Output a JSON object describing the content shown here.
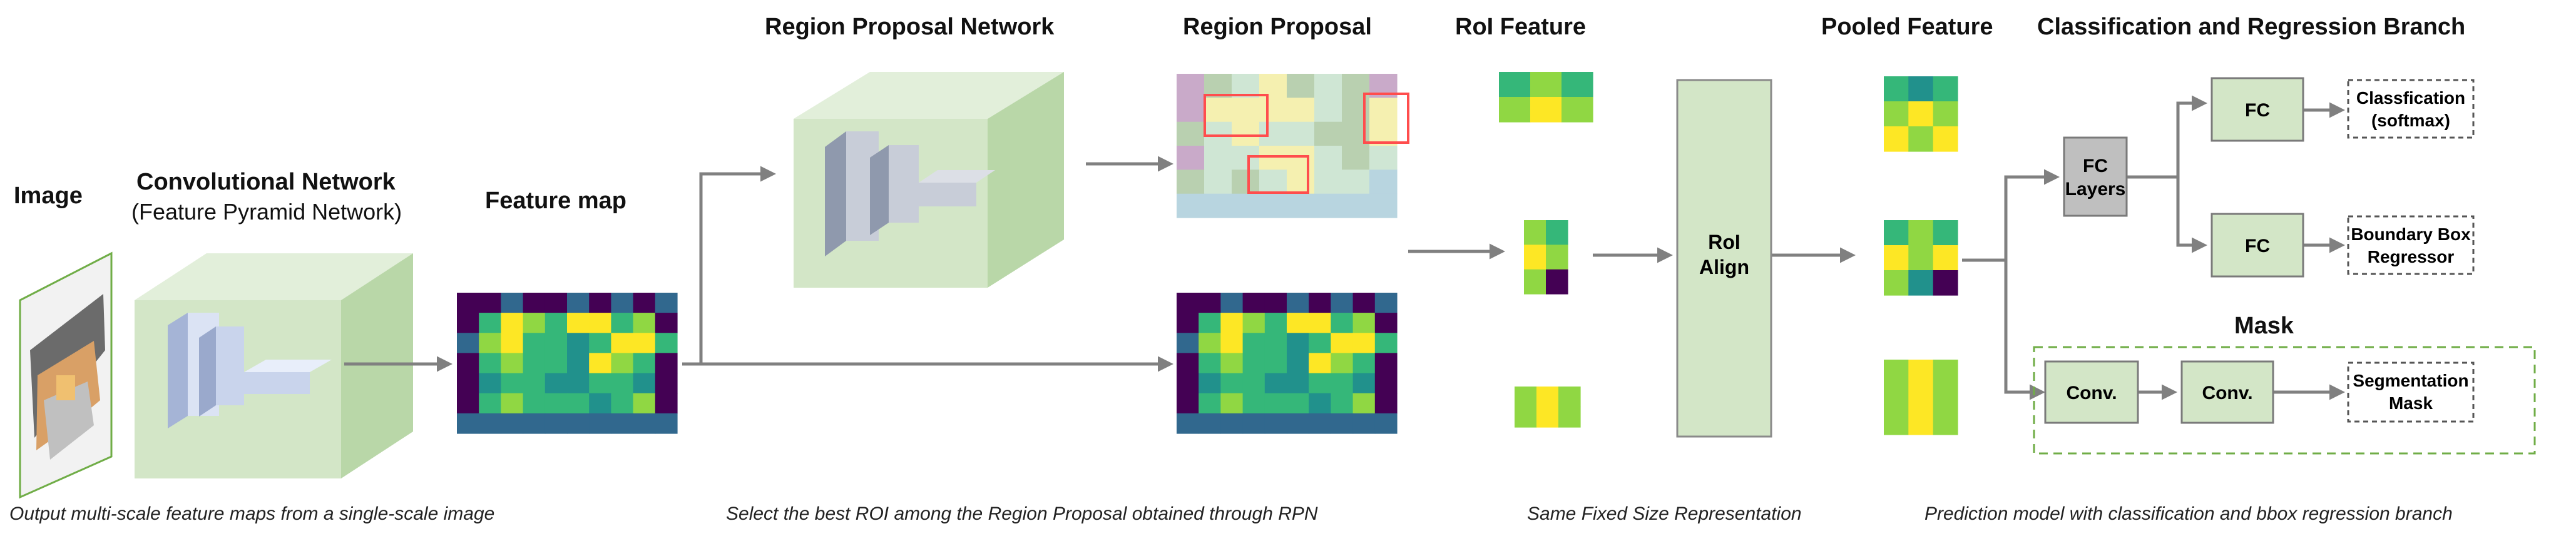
{
  "headings": {
    "image": "Image",
    "conv_network": "Convolutional Network",
    "conv_network_sub": "(Feature Pyramid Network)",
    "feature_map": "Feature map",
    "rpn": "Region Proposal Network",
    "region_proposal": "Region Proposal",
    "roi_feature": "RoI Feature",
    "pooled_feature": "Pooled Feature",
    "cls_reg_branch": "Classification and Regression Branch",
    "mask": "Mask"
  },
  "boxes": {
    "roi_align_1": "RoI",
    "roi_align_2": "Align",
    "fc_layers_1": "FC",
    "fc_layers_2": "Layers",
    "fc_top": "FC",
    "fc_bottom": "FC",
    "conv1": "Conv.",
    "conv2": "Conv.",
    "classification_1": "Classfication",
    "classification_2": "(softmax)",
    "bbox_regressor_1": "Boundary Box",
    "bbox_regressor_2": "Regressor",
    "seg_mask_1": "Segmentation",
    "seg_mask_2": "Mask"
  },
  "captions": {
    "c1": "Output multi-scale feature maps from a single-scale image",
    "c2": "Select the best ROI among the Region Proposal obtained through RPN",
    "c3": "Same Fixed Size Representation",
    "c4": "Prediction model with classification and bbox regression branch"
  },
  "colors": {
    "arrow": "#808080",
    "light_green": "#d3e6c7",
    "box_gray": "#bfbfbf",
    "dashed_green": "#70ad47",
    "proposal_red": "#ff4d4d",
    "viridis_dark": "#440154",
    "viridis_blue": "#31688e",
    "viridis_teal": "#21918c",
    "viridis_green": "#35b779",
    "viridis_lime": "#90d743",
    "viridis_yellow": "#fde725"
  }
}
